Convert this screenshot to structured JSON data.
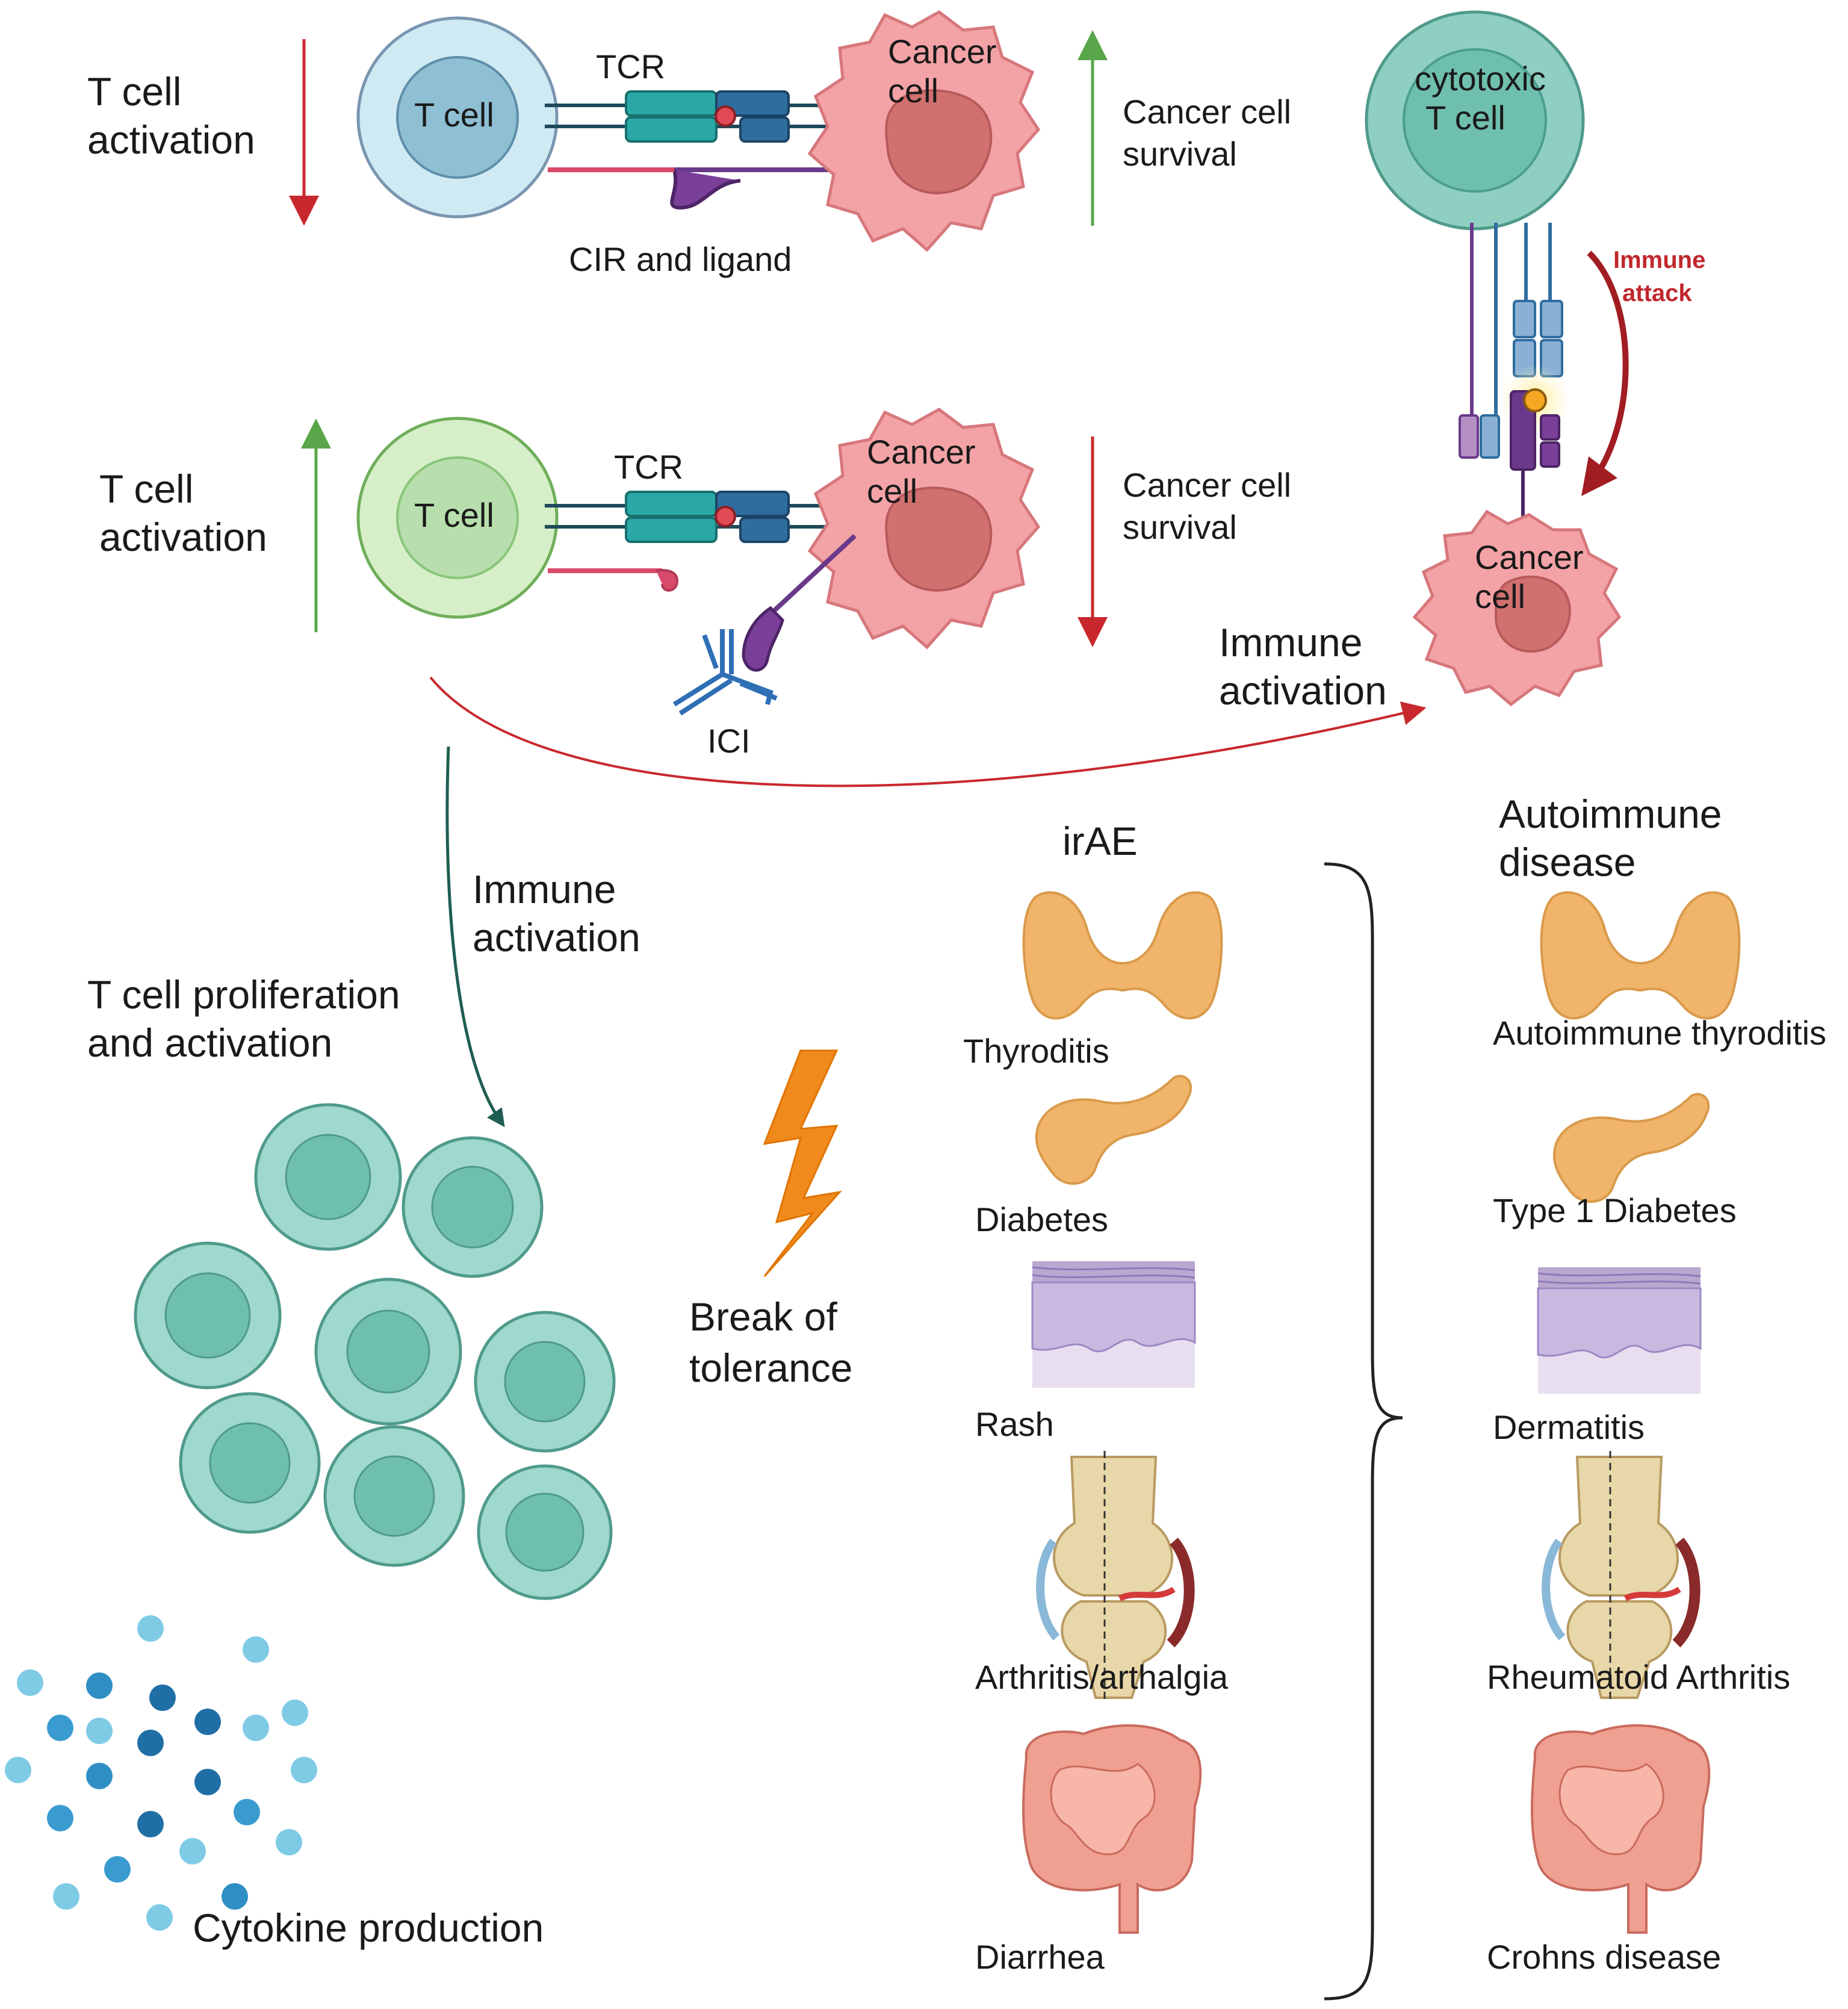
{
  "top_panel": {
    "t_cell_activation": [
      "T cell",
      "activation"
    ],
    "t_cell": "T cell",
    "tcr": "TCR",
    "cancer_cell": [
      "Cancer",
      "cell"
    ],
    "cir_and_ligand": "CIR and ligand",
    "cancer_survival": [
      "Cancer cell",
      "survival"
    ]
  },
  "middle_panel": {
    "t_cell_activation": [
      "T cell",
      "activation"
    ],
    "t_cell": "T cell",
    "tcr": "TCR",
    "cancer_cell": [
      "Cancer",
      "cell"
    ],
    "ici": "ICI",
    "cancer_survival": [
      "Cancer cell",
      "survival"
    ]
  },
  "right_panel": {
    "cytotoxic_t_cell": [
      "cytotoxic",
      "T cell"
    ],
    "immune_attack": [
      "Immune",
      "attack"
    ],
    "cancer_cell": [
      "Cancer",
      "cell"
    ],
    "immune_activation": [
      "Immune",
      "activation"
    ]
  },
  "left_lower": {
    "immune_activation": [
      "Immune",
      "activation"
    ],
    "proliferation": [
      "T cell proliferation",
      "and activation"
    ],
    "cytokine_production": "Cytokine production"
  },
  "center": {
    "break_of_tolerance": [
      "Break of",
      "tolerance"
    ]
  },
  "irae": {
    "header": "irAE",
    "items": [
      "Thyroditis",
      "Diabetes",
      "Rash",
      "Arthritis/arthalgia",
      "Diarrhea"
    ]
  },
  "autoimmune": {
    "header": [
      "Autoimmune",
      "disease"
    ],
    "items": [
      "Autoimmune thyroditis",
      "Type 1 Diabetes",
      "Dermatitis",
      "Rheumatoid Arthritis",
      "Crohns disease"
    ]
  },
  "colors": {
    "down_arrow": "#c8282d",
    "up_arrow": "#5aa64a",
    "t_cell_inactive": "#cfeaf3",
    "t_cell_active": "#d6efc8",
    "cancer": "#f3a3a6",
    "cytotoxic": "#8fcfc1",
    "organ": "#f0b46a",
    "intestine": "#f0a090"
  }
}
